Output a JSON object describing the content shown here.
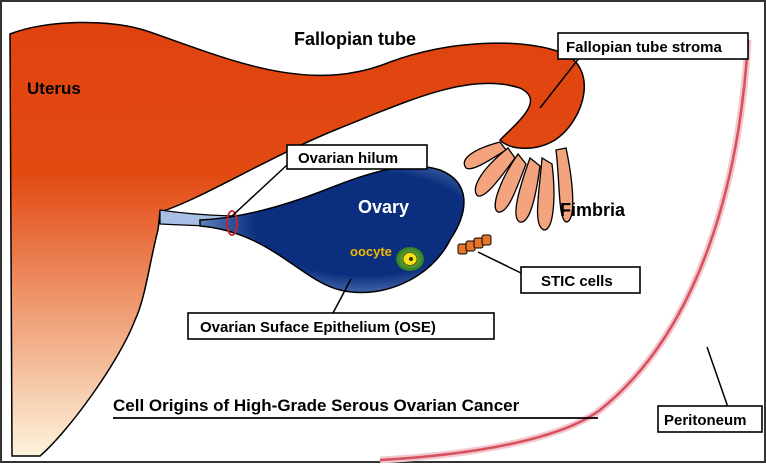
{
  "labels": {
    "uterus": "Uterus",
    "fallopian_tube": "Fallopian tube",
    "fallopian_tube_stroma": "Fallopian tube stroma",
    "ovarian_hilum": "Ovarian hilum",
    "ovary": "Ovary",
    "oocyte": "oocyte",
    "fimbria": "Fimbria",
    "stic_cells": "STIC cells",
    "ose": "Ovarian Suface Epithelium (OSE)",
    "peritoneum": "Peritoneum"
  },
  "title": "Cell Origins of High-Grade Serous Ovarian Cancer",
  "colors": {
    "uterus_top": "#e0420f",
    "uterus_bottom": "#fdf3dc",
    "tube": "#e24a12",
    "fimbria": "#f3a47e",
    "ovary_dark": "#0b2f7e",
    "ovary_light": "#8fb5e0",
    "oocyte_label": "#f2b800",
    "oocyte_cell": "#f4e21a",
    "stic": "#e8742a",
    "peritoneum_line": "#d7505e",
    "hilum_ring": "#d0202a"
  }
}
